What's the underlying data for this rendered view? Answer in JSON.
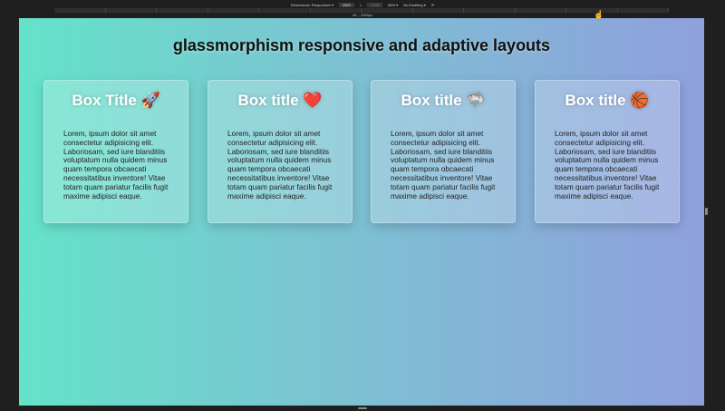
{
  "devtools": {
    "dimensions_label": "Dimensions: Responsive ▾",
    "width": "2560",
    "times": "×",
    "height": "1440",
    "zoom": "85% ▾",
    "throttling": "No throttling ▾",
    "rotate_icon": "⟳",
    "ruler_label": "4K – 2560px"
  },
  "page": {
    "heading": "glassmorphism responsive and adaptive layouts",
    "cards": [
      {
        "title": "Box Title 🚀",
        "body": "Lorem, ipsum dolor sit amet consectetur adipisicing elit. Laboriosam, sed iure blanditiis voluptatum nulla quidem minus quam tempora obcaecati necessitatibus inventore! Vitae totam quam pariatur facilis fugit maxime adipisci eaque."
      },
      {
        "title": "Box title ❤️",
        "body": "Lorem, ipsum dolor sit amet consectetur adipisicing elit. Laboriosam, sed iure blanditiis voluptatum nulla quidem minus quam tempora obcaecati necessitatibus inventore! Vitae totam quam pariatur facilis fugit maxime adipisci eaque."
      },
      {
        "title": "Box title 🦈",
        "body": "Lorem, ipsum dolor sit amet consectetur adipisicing elit. Laboriosam, sed iure blanditiis voluptatum nulla quidem minus quam tempora obcaecati necessitatibus inventore! Vitae totam quam pariatur facilis fugit maxime adipisci eaque."
      },
      {
        "title": "Box title 🏀",
        "body": "Lorem, ipsum dolor sit amet consectetur adipisicing elit. Laboriosam, sed iure blanditiis voluptatum nulla quidem minus quam tempora obcaecati necessitatibus inventore! Vitae totam quam pariatur facilis fugit maxime adipisci eaque."
      }
    ]
  }
}
